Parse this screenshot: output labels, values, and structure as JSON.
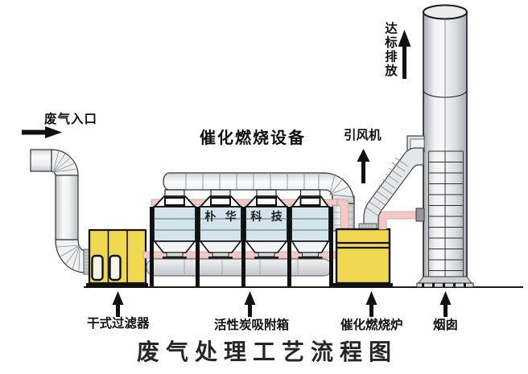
{
  "title": "废气处理工艺流程图",
  "labels": {
    "inlet": "废气入口",
    "equipment": "催化燃烧设备",
    "fan": "引风机",
    "emission": "达标排放",
    "dry_filter": "干式过滤器",
    "carbon_box": "活性炭吸附箱",
    "furnace": "催化燃烧炉",
    "chimney": "烟囱"
  },
  "brand": {
    "left": "朴 华",
    "right": "科 技"
  },
  "colors": {
    "yellow": "#f0d850",
    "blue": "#d4e4ec",
    "pink": "#f2c9c6",
    "outline": "#1b1b1b"
  }
}
